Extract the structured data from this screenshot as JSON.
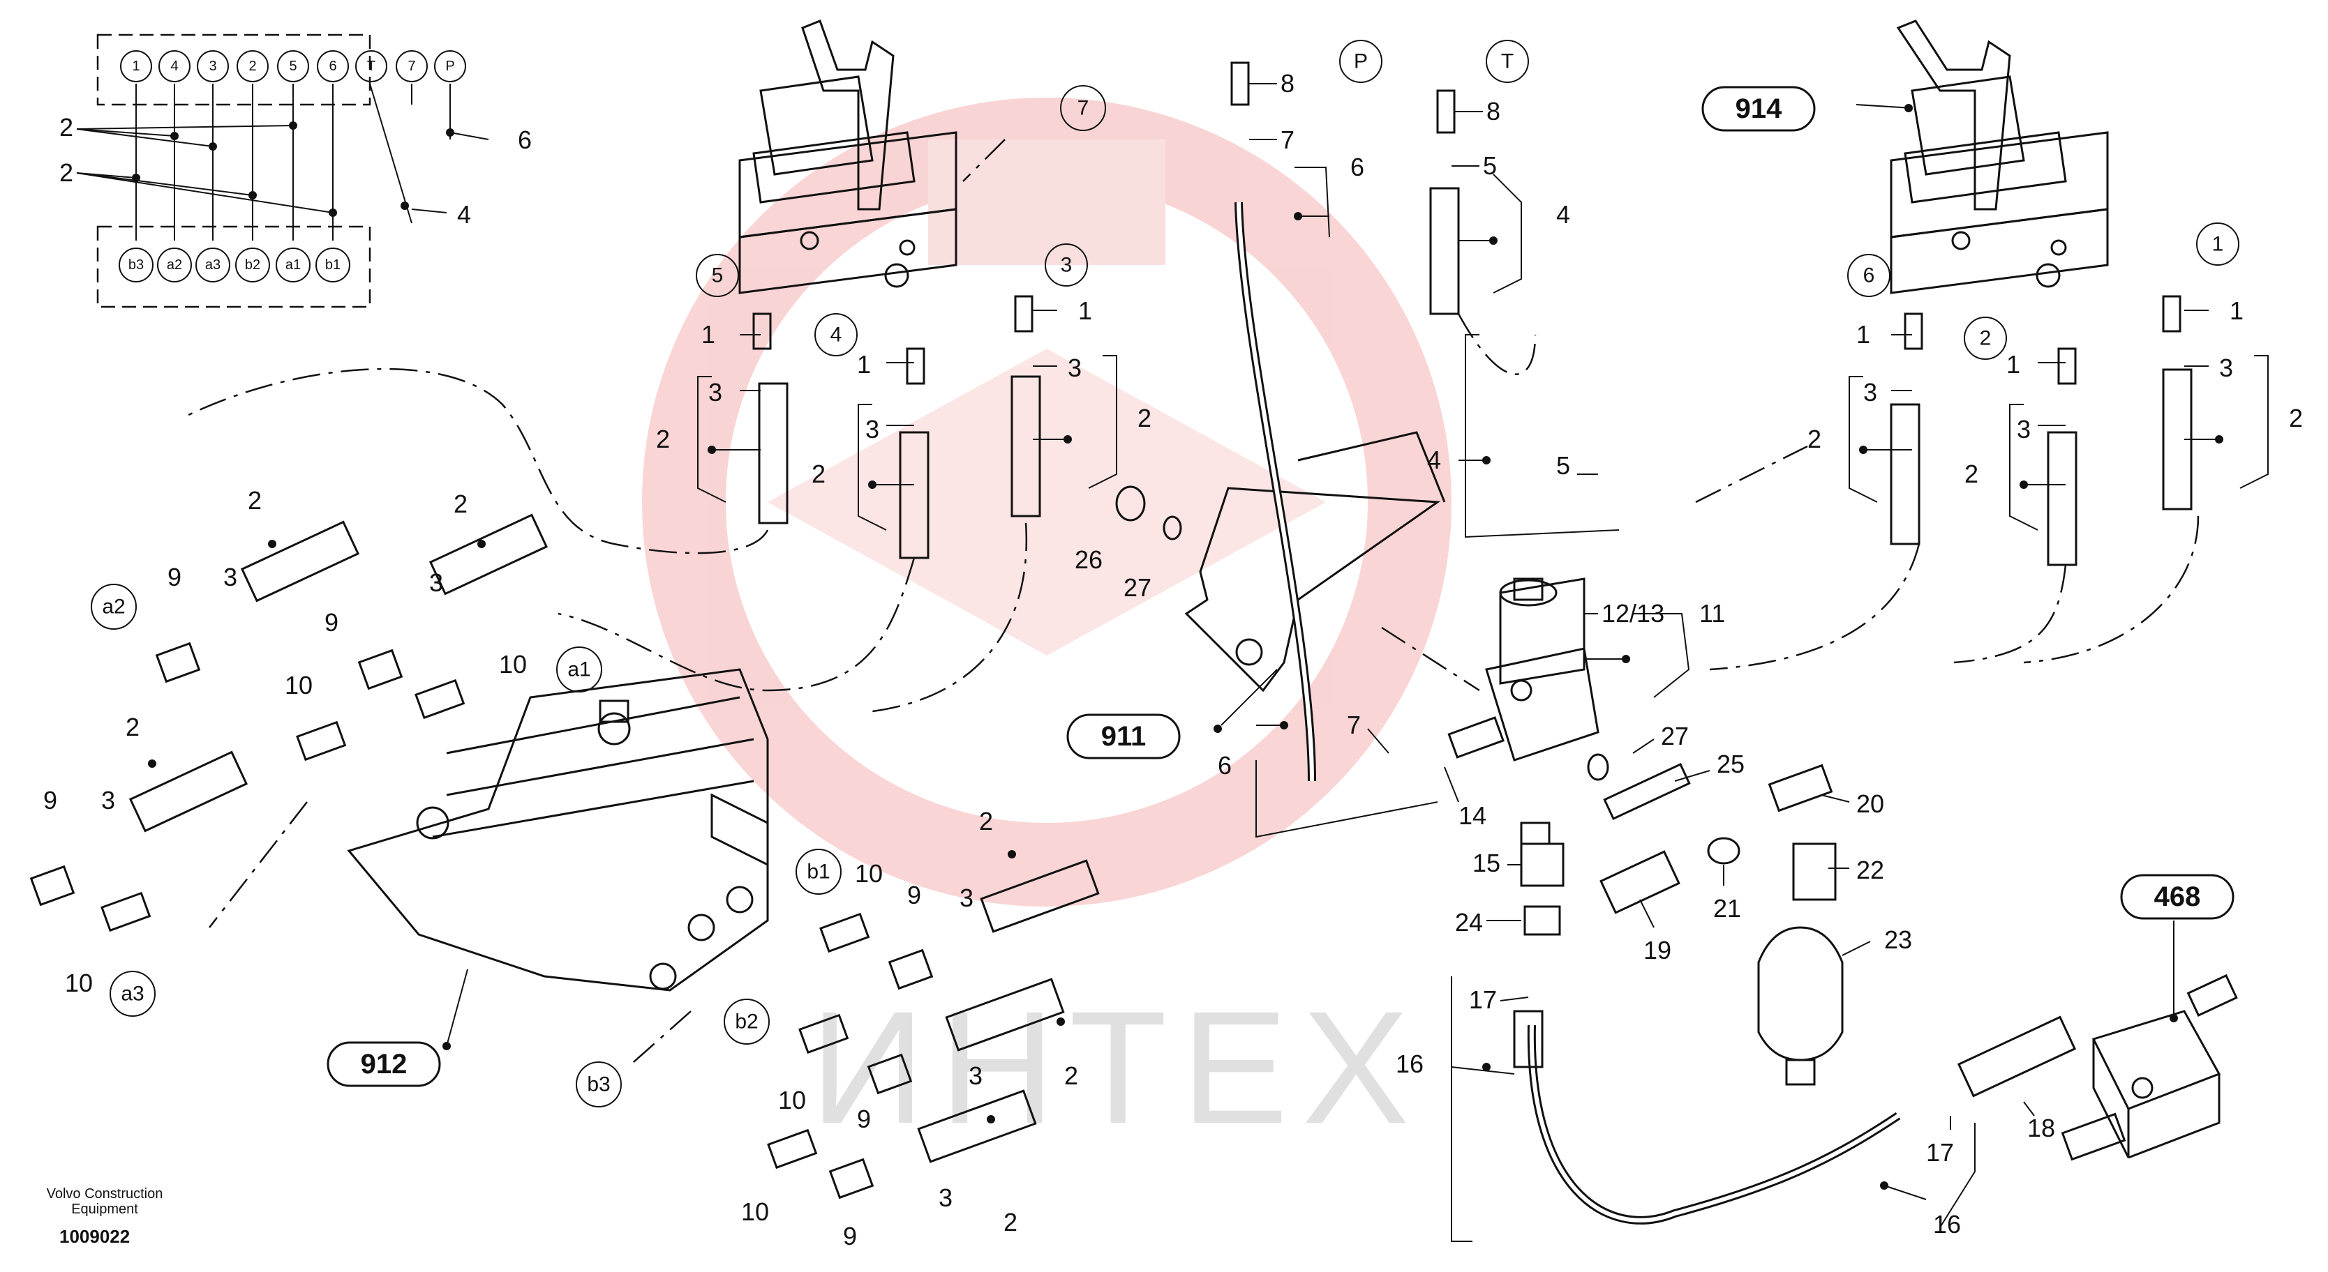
{
  "watermark": {
    "text": "ИНТЕХ",
    "color": "#f7c6c6"
  },
  "callouts": {
    "c7": "7",
    "c5": "5",
    "c4": "4",
    "c3": "3",
    "cP": "P",
    "cT": "T",
    "c6": "6",
    "c2": "2",
    "c1": "1",
    "a2": "a2",
    "a1": "a1",
    "a3": "a3",
    "b1": "b1",
    "b2": "b2",
    "b3": "b3"
  },
  "refs": {
    "r914": "914",
    "r911": "911",
    "r912": "912",
    "r468": "468"
  },
  "schematic": {
    "top": [
      "1",
      "4",
      "3",
      "2",
      "5",
      "6",
      "T",
      "7",
      "P"
    ],
    "bottom": [
      "b3",
      "a2",
      "a3",
      "b2",
      "a1",
      "b1"
    ],
    "labels": {
      "l2a": "2",
      "l2b": "2",
      "l6": "6",
      "l4": "4"
    }
  },
  "labels": {
    "n8a": "8",
    "n7a": "7",
    "n6a": "6",
    "n8b": "8",
    "n5a": "5",
    "n4a": "4",
    "n1a": "1",
    "n3a": "3",
    "n2a": "2",
    "n1b": "1",
    "n3b": "3",
    "n2b": "2",
    "n1c": "1",
    "n3c": "3",
    "n2c": "2",
    "n26": "26",
    "n27a": "27",
    "n4b": "4",
    "n5b": "5",
    "n1d": "1",
    "n3d": "3",
    "n2d": "2",
    "n1e": "1",
    "n3e": "3",
    "n2e": "2",
    "n1f": "1",
    "n3f": "3",
    "n2f": "2",
    "n2g": "2",
    "n3g": "3",
    "n9a": "9",
    "n2h": "2",
    "n3h": "3",
    "n9b": "9",
    "n10a": "10",
    "n10b": "10",
    "n2i": "2",
    "n3i": "3",
    "n9c": "9",
    "n10c": "10",
    "n1213": "12/13",
    "n11": "11",
    "n7b": "7",
    "n6b": "6",
    "n27b": "27",
    "n25": "25",
    "n14": "14",
    "n20": "20",
    "n15": "15",
    "n22": "22",
    "n21": "21",
    "n19": "19",
    "n24": "24",
    "n23": "23",
    "n17a": "17",
    "n16a": "16",
    "n17b": "17",
    "n18": "18",
    "n16b": "16",
    "n10d": "10",
    "n9d": "9",
    "n2j": "2",
    "n3j": "3",
    "n10e": "10",
    "n9e": "9",
    "n2k": "2",
    "n3k": "3",
    "n10f": "10",
    "n9f": "9",
    "n2l": "2",
    "n3l": "3"
  },
  "footer": {
    "brand_line1": "Volvo Construction",
    "brand_line2": "Equipment",
    "doc_number": "1009022"
  }
}
